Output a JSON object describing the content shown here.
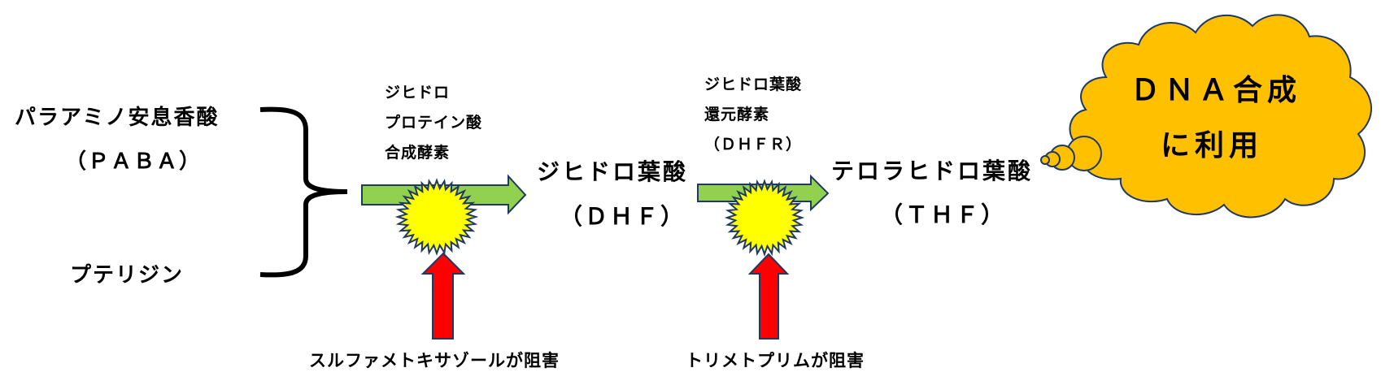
{
  "substrates": {
    "paba_name": "パラアミノ安息香酸",
    "paba_abbr": "（ＰＡＢＡ）",
    "pteridine": "プテリジン"
  },
  "step1": {
    "enzyme_lines": [
      "ジヒドロ",
      "プロテイン酸",
      "合成酵素"
    ],
    "inhibitor": "スルファメトキサゾールが阻害"
  },
  "dhf": {
    "name": "ジヒドロ葉酸",
    "abbr": "（ＤＨＦ）"
  },
  "step2": {
    "enzyme_lines": [
      "ジヒドロ葉酸",
      "還元酵素",
      "（ＤＨＦＲ）"
    ],
    "inhibitor": "トリメトプリムが阻害"
  },
  "thf": {
    "name": "テロラヒドロ葉酸",
    "abbr": "（ＴＨＦ）"
  },
  "cloud": {
    "line1": "ＤＮＡ合成",
    "line2": "に利用"
  },
  "colors": {
    "reaction_arrow": "#92d050",
    "inhibition_arrow": "#ff0000",
    "starburst": "#ffff00",
    "cloud": "#ffc000",
    "outline": "#1f3864"
  }
}
